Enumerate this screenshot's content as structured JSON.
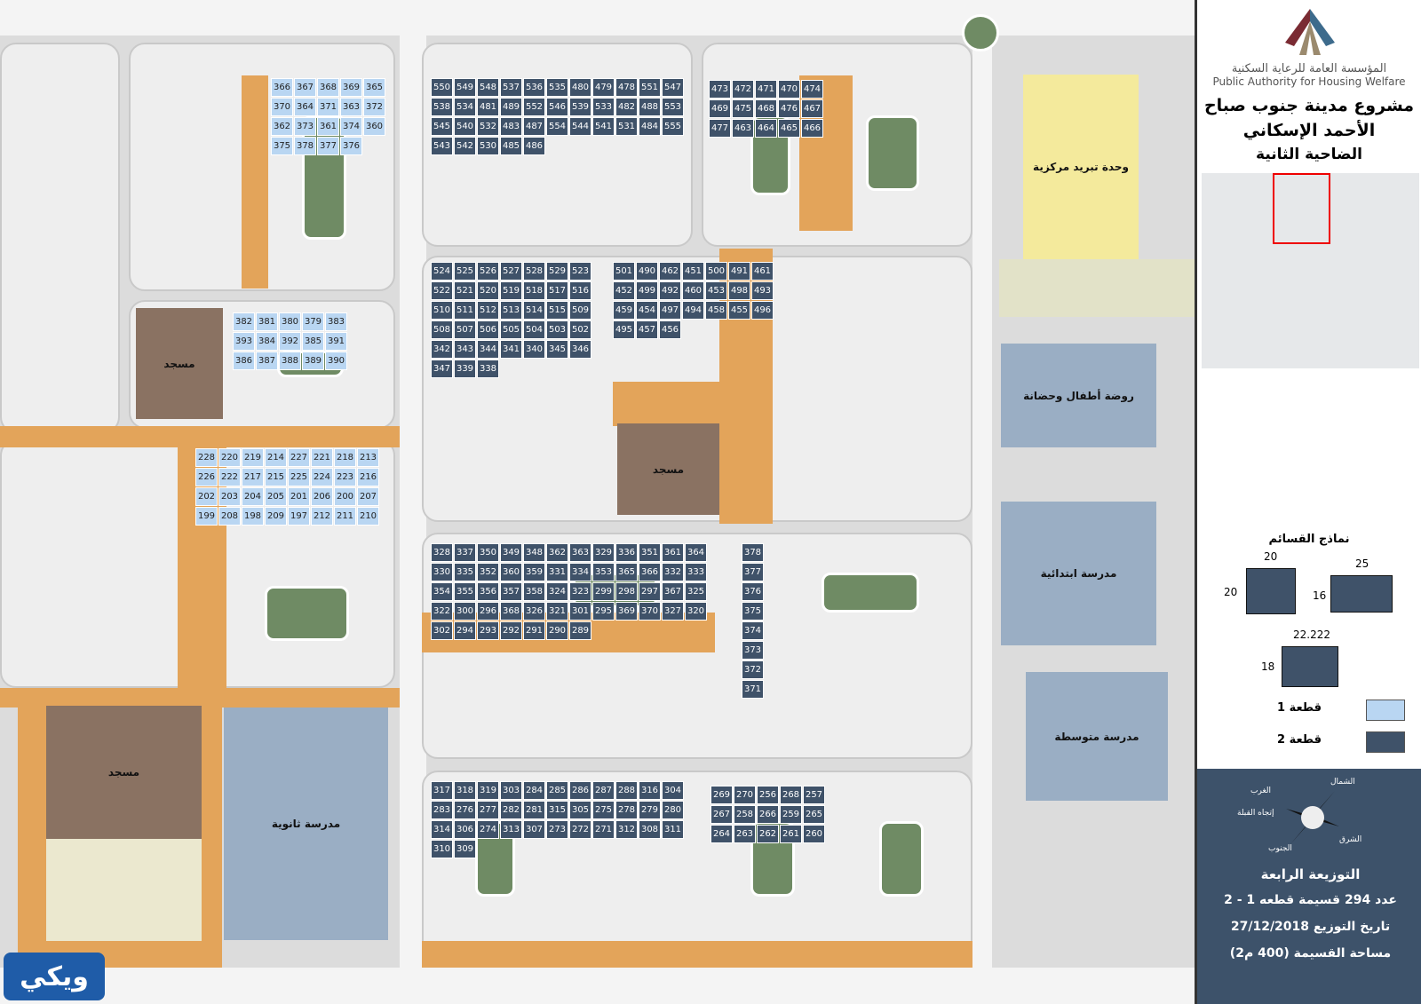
{
  "header": {
    "org_ar": "المؤسسة العامة للرعاية السكنية",
    "org_en": "Public Authority for Housing Welfare",
    "title_line1": "مشروع مدينة جنوب صباح",
    "title_line2": "الأحمد الإسكاني",
    "title_line3": "الضاحية الثانية"
  },
  "legend": {
    "title": "نماذج القسائم",
    "models": [
      {
        "w": "20",
        "h": "20"
      },
      {
        "w": "25",
        "h": "16"
      },
      {
        "w": "22.222",
        "h": "18"
      }
    ],
    "plot1_label": "قطعة 1",
    "plot2_label": "قطعة 2",
    "colors": {
      "plot1": "#b9d6f2",
      "plot2": "#3f5269"
    }
  },
  "compass": {
    "north": "الشمال",
    "south": "الجنوب",
    "east": "الشرق",
    "west": "الغرب",
    "qibla": "إتجاه القبلة"
  },
  "info": {
    "distribution": "التوزيعة الرابعة",
    "count": "عدد 294 قسيمة قطعه 1 - 2",
    "date": "تاريخ التوزيع 27/12/2018",
    "area": "مساحة القسيمة (400 م2)"
  },
  "facilities": {
    "mosque": "مسجد",
    "secondary_school": "مدرسة ثانوية",
    "primary_school": "مدرسة ابتدائية",
    "middle_school": "مدرسة متوسطة",
    "kindergarten": "روضة أطفال وحضانة",
    "cooling_unit": "وحدة تبريد مركزية"
  },
  "watermark": "ويكي",
  "blocks": [
    {
      "type": "p1",
      "plots": [
        366,
        367,
        368,
        369,
        365,
        370,
        364,
        371,
        363,
        372,
        362,
        373,
        361,
        374,
        360,
        375,
        378,
        377,
        376
      ]
    },
    {
      "type": "p1",
      "plots": [
        382,
        381,
        380,
        379,
        383,
        393,
        384,
        392,
        385,
        391,
        386,
        387,
        388,
        389,
        390
      ]
    },
    {
      "type": "p1",
      "plots": [
        228,
        220,
        219,
        214,
        227,
        221,
        218,
        213,
        226,
        222,
        217,
        215,
        225,
        224,
        223,
        216,
        202,
        203,
        204,
        205,
        201,
        206,
        200,
        207,
        199,
        208,
        198,
        209,
        197,
        212,
        211,
        210
      ]
    },
    {
      "type": "p2",
      "plots": [
        550,
        549,
        548,
        537,
        536,
        535,
        480,
        479,
        478,
        551,
        547,
        538,
        534,
        481,
        489,
        552,
        546,
        539,
        533,
        482,
        488,
        553,
        545,
        540,
        532,
        483,
        487,
        554,
        544,
        541,
        531,
        484,
        555,
        543,
        542,
        530,
        485,
        486
      ]
    },
    {
      "type": "p2",
      "plots": [
        473,
        472,
        471,
        470,
        474,
        469,
        475,
        468,
        476,
        467,
        477,
        463,
        464,
        465,
        466
      ]
    },
    {
      "type": "p2",
      "plots": [
        524,
        525,
        526,
        527,
        528,
        529,
        523,
        522,
        521,
        520,
        519,
        518,
        517,
        516,
        510,
        511,
        512,
        513,
        514,
        515,
        509,
        508,
        507,
        506,
        505,
        504,
        503,
        502,
        342,
        343,
        344,
        341,
        340,
        345,
        346,
        347,
        339,
        338
      ]
    },
    {
      "type": "p2",
      "plots": [
        501,
        490,
        462,
        451,
        500,
        491,
        461,
        452,
        499,
        492,
        460,
        453,
        498,
        493,
        459,
        454,
        497,
        494,
        458,
        455,
        496,
        495,
        457,
        456
      ]
    },
    {
      "type": "p2",
      "plots": [
        328,
        337,
        350,
        349,
        348,
        362,
        363,
        329,
        336,
        351,
        361,
        364,
        330,
        335,
        352,
        360,
        359,
        331,
        334,
        353,
        365,
        366,
        332,
        333,
        354,
        355,
        356,
        357,
        358,
        324,
        323,
        299,
        298,
        297,
        367,
        325,
        322,
        300,
        296,
        368,
        326,
        321,
        301,
        295,
        369,
        370,
        327,
        320,
        302,
        294,
        293,
        292,
        291,
        290,
        289
      ]
    },
    {
      "type": "p2",
      "plots": [
        378,
        377,
        376,
        375,
        374,
        373,
        372,
        371
      ]
    },
    {
      "type": "p2",
      "plots": [
        317,
        318,
        319,
        303,
        284,
        285,
        286,
        287,
        288,
        316,
        304,
        283,
        276,
        277,
        282,
        281,
        315,
        305,
        275,
        278,
        279,
        280,
        314,
        306,
        274,
        313,
        307,
        273,
        272,
        271,
        312,
        308,
        311,
        310,
        309
      ]
    },
    {
      "type": "p2",
      "plots": [
        269,
        270,
        256,
        268,
        257,
        267,
        258,
        266,
        259,
        265,
        264,
        263,
        262,
        261,
        260
      ]
    }
  ]
}
